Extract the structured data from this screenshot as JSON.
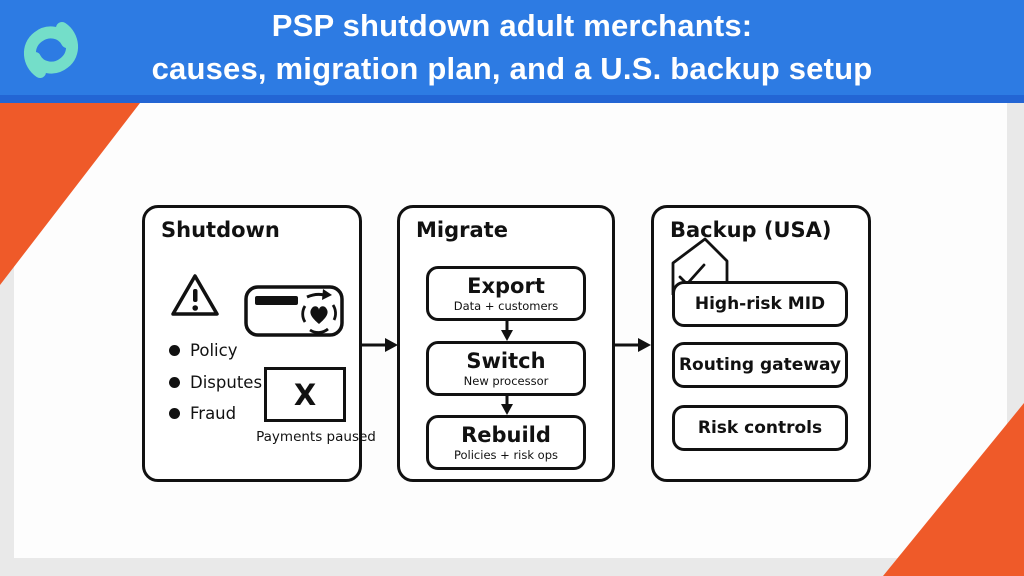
{
  "slide": {
    "title_line1": "PSP shutdown adult merchants:",
    "title_line2": "causes, migration plan, and a U.S. backup setup"
  },
  "colors": {
    "header_blue": "#2d7be3",
    "header_edge_blue": "#2365d4",
    "accent_orange": "#ef5a29",
    "logo_teal": "#74dec9",
    "margin_gray": "#e9e9e9",
    "ink": "#111111"
  },
  "icons": [
    "swirl-logo",
    "warning-triangle-icon",
    "card-recurring-payment-icon",
    "x-mark",
    "shield-house-check-icon",
    "arrow-right-icon",
    "arrow-down-icon"
  ],
  "diagram": {
    "shutdown": {
      "title": "Shutdown",
      "bullets": [
        "Policy",
        "Disputes",
        "Fraud"
      ],
      "x_label": "X",
      "caption": "Payments paused"
    },
    "migrate": {
      "title": "Migrate",
      "steps": [
        {
          "label": "Export",
          "sublabel": "Data + customers"
        },
        {
          "label": "Switch",
          "sublabel": "New processor"
        },
        {
          "label": "Rebuild",
          "sublabel": "Policies + risk ops"
        }
      ]
    },
    "backup": {
      "title": "Backup (USA)",
      "items": [
        "High-risk MID",
        "Routing gateway",
        "Risk controls"
      ]
    }
  }
}
